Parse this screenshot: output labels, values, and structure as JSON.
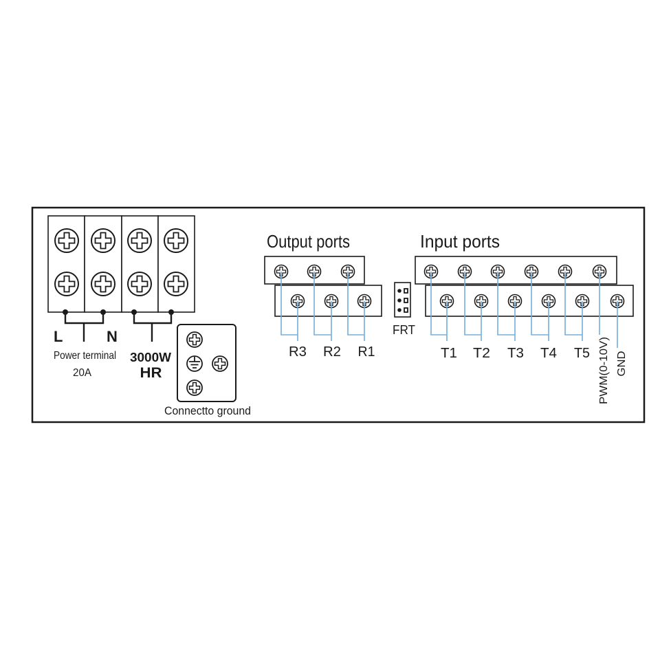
{
  "colors": {
    "ink": "#1a1a1a",
    "wire": "#74aedc",
    "background": "#ffffff"
  },
  "icons": {
    "screw": "screw-icon",
    "ground": "ground-icon",
    "connector": "frt-connector-icon"
  },
  "power_terminal": {
    "line_label": "L",
    "neutral_label": "N",
    "title": "Power terminal",
    "rating": "20A"
  },
  "heater": {
    "power": "3000W",
    "label": "HR"
  },
  "ground": {
    "label": "Connectto ground"
  },
  "output_ports": {
    "title": "Output ports",
    "labels": [
      "R3",
      "R2",
      "R1"
    ]
  },
  "frt": {
    "label": "FRT"
  },
  "input_ports": {
    "title": "Input ports",
    "labels": [
      "T1",
      "T2",
      "T3",
      "T4",
      "T5"
    ],
    "pwm_label": "PWM(0-10V)",
    "gnd_label": "GND"
  }
}
